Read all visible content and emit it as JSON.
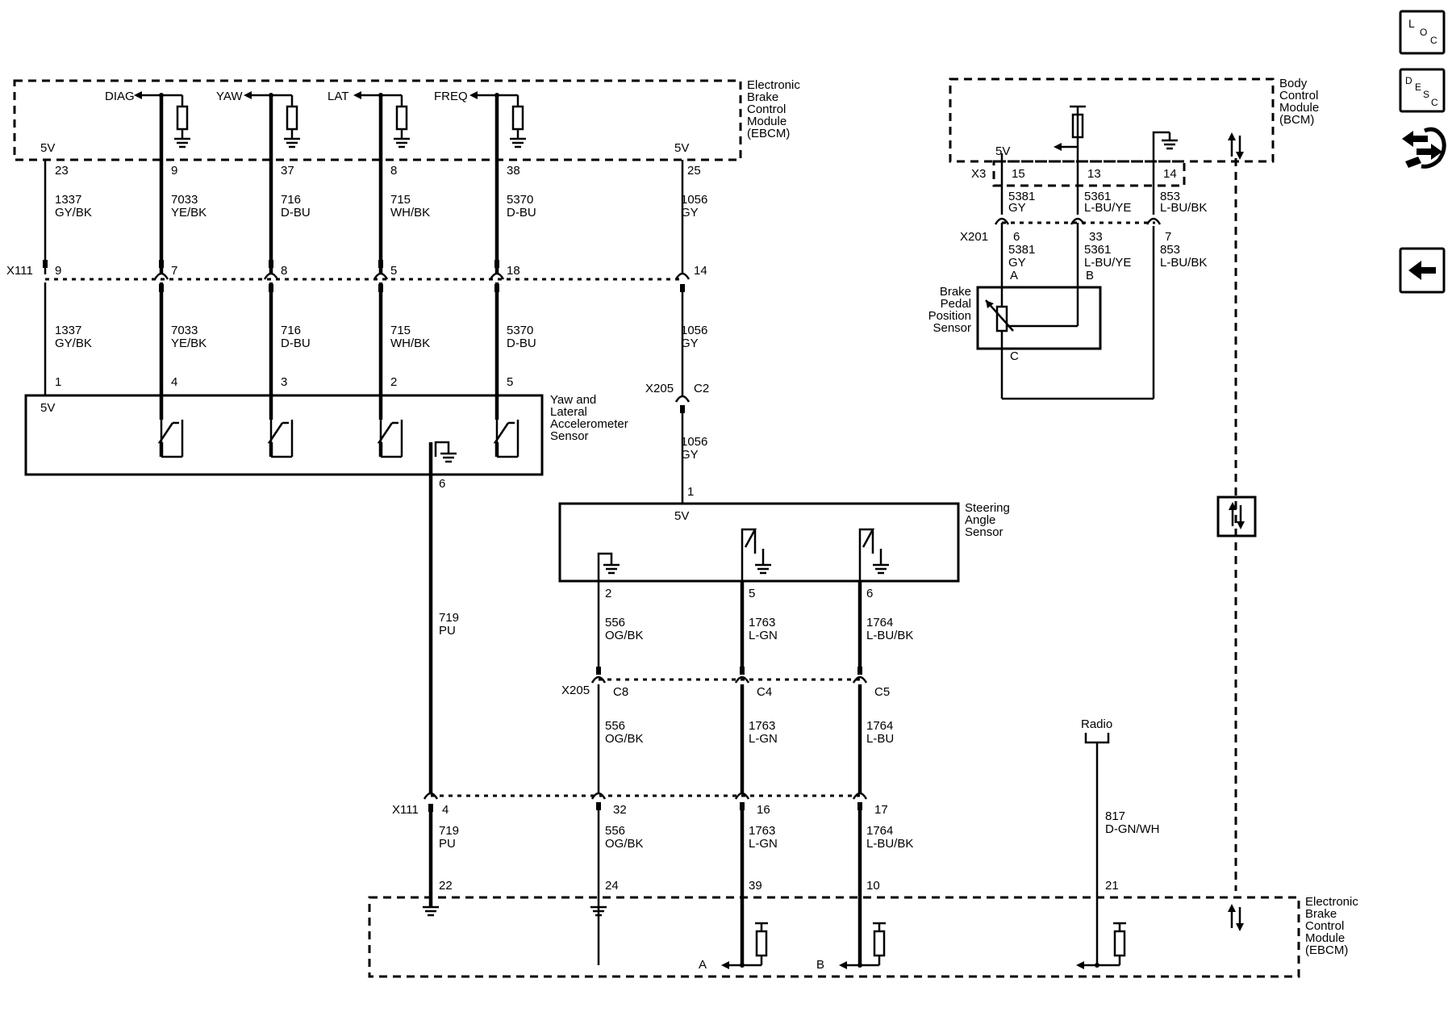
{
  "modules": {
    "ebcm_top": "Electronic\nBrake\nControl\nModule\n(EBCM)",
    "ebcm_bottom": "Electronic\nBrake\nControl\nModule\n(EBCM)",
    "bcm": "Body\nControl\nModule\n(BCM)",
    "yaw": "Yaw and\nLateral\nAccelerometer\nSensor",
    "steering": "Steering\nAngle\nSensor",
    "brake_pedal": "Brake\nPedal\nPosition\nSensor",
    "radio": "Radio"
  },
  "signals": {
    "diag": "DIAG",
    "yaw": "YAW",
    "lat": "LAT",
    "freq": "FREQ",
    "v5": "5V",
    "a": "A",
    "b": "B",
    "c": "C"
  },
  "connectors": {
    "x111": "X111",
    "x205": "X205",
    "x3": "X3",
    "x201": "X201"
  },
  "icons": {
    "loc": "LOC",
    "desc": "DESC",
    "buttons": [
      "loc-icon",
      "desc-icon",
      "connector-wrench-icon",
      "back-arrow-icon"
    ]
  },
  "yaw_circuits": [
    {
      "ebcm_pin": "23",
      "x111_pin": "9",
      "sensor_pin": "1",
      "wire": "1337",
      "color": "GY/BK"
    },
    {
      "ebcm_pin": "9",
      "x111_pin": "7",
      "sensor_pin": "4",
      "wire": "7033",
      "color": "YE/BK"
    },
    {
      "ebcm_pin": "37",
      "x111_pin": "8",
      "sensor_pin": "3",
      "wire": "716",
      "color": "D-BU"
    },
    {
      "ebcm_pin": "8",
      "x111_pin": "5",
      "sensor_pin": "2",
      "wire": "715",
      "color": "WH/BK"
    },
    {
      "ebcm_pin": "38",
      "x111_pin": "18",
      "sensor_pin": "5",
      "wire": "5370",
      "color": "D-BU"
    }
  ],
  "steer_feed": {
    "ebcm_pin": "25",
    "x111_pin": "14",
    "x205_pin": "C2",
    "sensor_pin": "1",
    "wire": "1056",
    "color": "GY"
  },
  "yaw_ground": {
    "sensor_pin": "6",
    "x111_pin": "4",
    "ebcm_pin": "22",
    "wire": "719",
    "color": "PU"
  },
  "steer_circuits": [
    {
      "sensor_pin": "2",
      "x205_pin": "C8",
      "x111_pin": "32",
      "ebcm_pin": "24",
      "wire": "556",
      "color_upper": "OG/BK",
      "color_mid": "OG/BK",
      "color_lower": "OG/BK"
    },
    {
      "sensor_pin": "5",
      "x205_pin": "C4",
      "x111_pin": "16",
      "ebcm_pin": "39",
      "wire": "1763",
      "color_upper": "L-GN",
      "color_mid": "L-GN",
      "color_lower": "L-GN"
    },
    {
      "sensor_pin": "6",
      "x205_pin": "C5",
      "x111_pin": "17",
      "ebcm_pin": "10",
      "wire": "1764",
      "color_upper": "L-BU/BK",
      "color_mid": "L-BU",
      "color_lower": "L-BU/BK"
    }
  ],
  "radio_circuit": {
    "wire": "817",
    "color": "D-GN/WH",
    "ebcm_pin": "21"
  },
  "bcm_circuits": [
    {
      "bcm_pin": "15",
      "x201_pin": "6",
      "sensor_pin": "A",
      "wire": "5381",
      "color": "GY"
    },
    {
      "bcm_pin": "13",
      "x201_pin": "33",
      "sensor_pin": "B",
      "wire": "5361",
      "color": "L-BU/YE"
    },
    {
      "bcm_pin": "14",
      "x201_pin": "7",
      "sensor_pin": "",
      "wire": "853",
      "color": "L-BU/BK"
    }
  ]
}
